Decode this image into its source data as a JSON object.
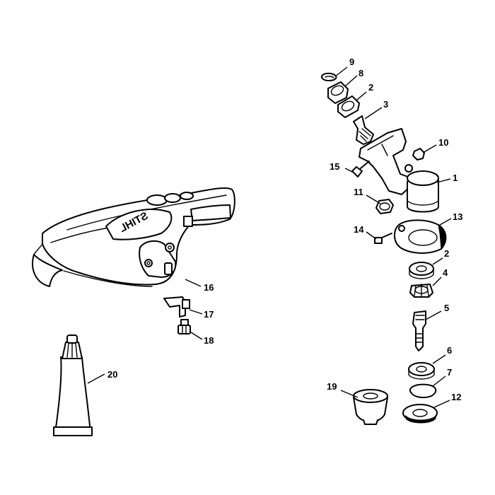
{
  "brand_logo": "STIHL",
  "callouts": [
    {
      "id": "c-9",
      "label": "9"
    },
    {
      "id": "c-8",
      "label": "8"
    },
    {
      "id": "c-2a",
      "label": "2"
    },
    {
      "id": "c-3",
      "label": "3"
    },
    {
      "id": "c-10",
      "label": "10"
    },
    {
      "id": "c-15",
      "label": "15"
    },
    {
      "id": "c-1",
      "label": "1"
    },
    {
      "id": "c-11",
      "label": "11"
    },
    {
      "id": "c-13",
      "label": "13"
    },
    {
      "id": "c-14",
      "label": "14"
    },
    {
      "id": "c-2b",
      "label": "2"
    },
    {
      "id": "c-4",
      "label": "4"
    },
    {
      "id": "c-5",
      "label": "5"
    },
    {
      "id": "c-6",
      "label": "6"
    },
    {
      "id": "c-7",
      "label": "7"
    },
    {
      "id": "c-19",
      "label": "19"
    },
    {
      "id": "c-12",
      "label": "12"
    },
    {
      "id": "c-16",
      "label": "16"
    },
    {
      "id": "c-17",
      "label": "17"
    },
    {
      "id": "c-18",
      "label": "18"
    },
    {
      "id": "c-20",
      "label": "20"
    }
  ]
}
